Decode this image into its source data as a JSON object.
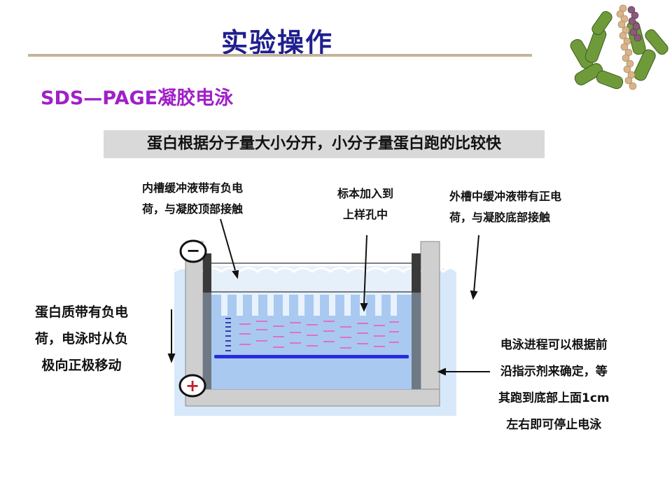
{
  "slide": {
    "title": "实验操作",
    "subtitle": "SDS—PAGE凝胶电泳",
    "banner": "蛋白根据分子量大小分开，小分子量蛋白跑的比较快"
  },
  "annotations": {
    "inner_tank": [
      "内槽缓冲液带有负电",
      "荷，与凝胶顶部接触"
    ],
    "sample_loading": [
      "标本加入到",
      "上样孔中"
    ],
    "outer_tank": [
      "外槽中缓冲液带有正电",
      "荷，与凝胶底部接触"
    ],
    "protein_charge": [
      "蛋白质带有负电",
      "荷，电泳时从负",
      "极向正极移动"
    ],
    "dye_front": [
      "电泳进程可以根据前",
      "沿指示剂来确定，等",
      "其跑到底部上面1cm",
      "左右即可停止电泳"
    ]
  },
  "electrodes": {
    "negative": "−",
    "positive": "+"
  },
  "colors": {
    "title": "#1f1f8f",
    "subtitle": "#a020c8",
    "banner_bg": "#d9d9d9",
    "rule": "#c2b49a",
    "buffer": "#cfe4f8",
    "gel": "#a8c8f0",
    "dye_front": "#2a2ae0",
    "bands": "#e060c0",
    "positive_sign": "#c0202a"
  }
}
